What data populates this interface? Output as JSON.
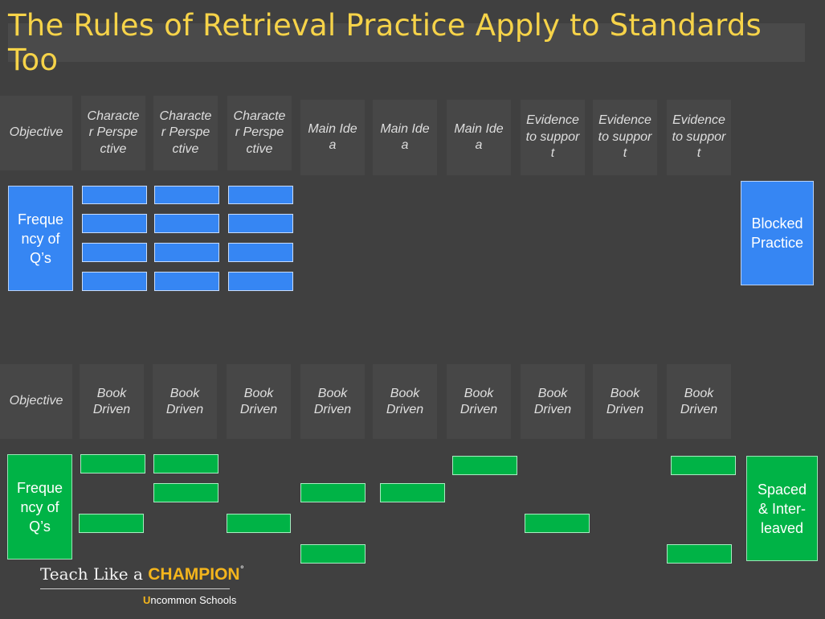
{
  "title": "The Rules of Retrieval Practice Apply to Standards Too",
  "top": {
    "objective_label": "Objective",
    "headers": [
      "Character Perspective",
      "Character Perspective",
      "Character Perspective",
      "Main Idea",
      "Main Idea",
      "Main Idea",
      "Evidence to support",
      "Evidence to support",
      "Evidence to support"
    ],
    "frequency_label": "Frequency of Q’s",
    "side_label": "Blocked Practice"
  },
  "bottom": {
    "objective_label": "Objective",
    "headers": [
      "Book Driven",
      "Book Driven",
      "Book Driven",
      "Book Driven",
      "Book Driven",
      "Book Driven",
      "Book Driven",
      "Book Driven",
      "Book Driven"
    ],
    "frequency_label": "Frequency of Q’s",
    "side_label": "Spaced & Inter-leaved"
  },
  "colors": {
    "title": "#f6d349",
    "blocked": "#3686f3",
    "spaced": "#00b346",
    "background": "#404040"
  },
  "logo": {
    "teach_text": "Teach Like a ",
    "champion_text": "CHAMPION",
    "degree_mark": "°",
    "sub_u": "U",
    "sub_rest": "ncommon Schools"
  }
}
